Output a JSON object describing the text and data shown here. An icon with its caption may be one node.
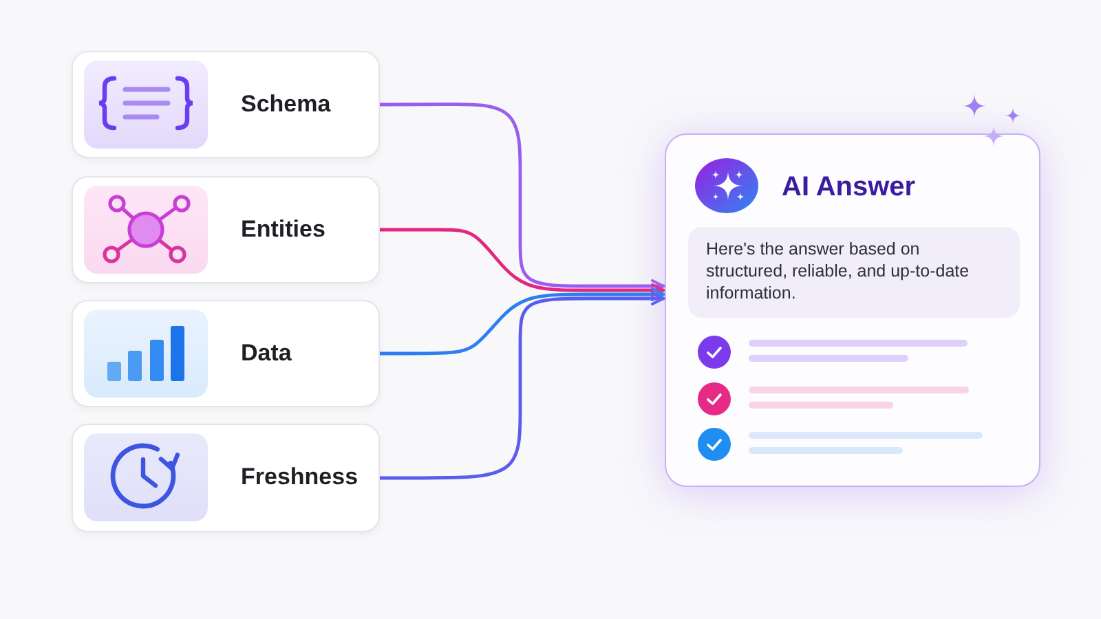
{
  "diagram": {
    "nodes": [
      {
        "text": [
          "Schema"
        ]
      },
      {
        "text": [
          "Entities"
        ]
      },
      {
        "text": [
          "Data"
        ]
      },
      {
        "text": [
          "Freshness"
        ]
      },
      {
        "text": [
          "AI Answer"
        ]
      },
      {
        "text": [
          "Here's the answer based on structured, reliable, and up-to-date information."
        ],
        "in": 4
      }
    ],
    "edges": [
      {
        "from": 0,
        "to": 4,
        "arrow": "to",
        "color": "#9b5cf0"
      },
      {
        "from": 1,
        "to": 4,
        "arrow": "to",
        "color": "#e0287f"
      },
      {
        "from": 2,
        "to": 4,
        "arrow": "to",
        "color": "#2d7ff0"
      },
      {
        "from": 3,
        "to": 4,
        "arrow": "to",
        "color": "#5a5cf0"
      }
    ]
  }
}
